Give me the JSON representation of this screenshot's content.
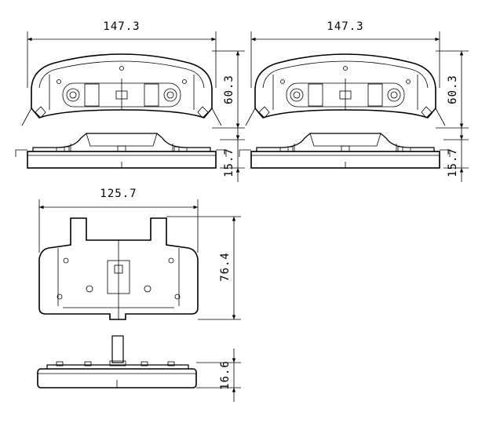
{
  "dimensions": {
    "top_left_width": "147.3",
    "top_left_height": "60.3",
    "top_left_thickness": "15.7",
    "top_right_width": "147.3",
    "top_right_height": "60.3",
    "top_right_thickness": "15.7",
    "bottom_width": "125.7",
    "bottom_height": "76.4",
    "bottom_thickness": "16.6"
  }
}
